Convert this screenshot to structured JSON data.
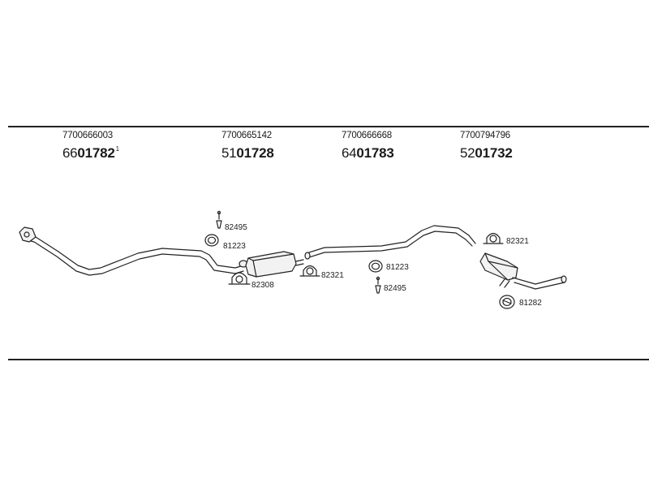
{
  "parts": [
    {
      "oem": "7700666003",
      "code_prefix": "66",
      "code_main": "01782",
      "code_suffix": "1"
    },
    {
      "oem": "7700665142",
      "code_prefix": "51",
      "code_main": "01728",
      "code_suffix": ""
    },
    {
      "oem": "7700666668",
      "code_prefix": "64",
      "code_main": "01783",
      "code_suffix": ""
    },
    {
      "oem": "7700794796",
      "code_prefix": "52",
      "code_main": "01732",
      "code_suffix": ""
    }
  ],
  "callouts": {
    "hanger_1": "82495",
    "ring_1": "81223",
    "clamp_1": "82308",
    "clamp_2": "82321",
    "ring_2": "81223",
    "hanger_2": "82495",
    "clamp_3": "82321",
    "mount_1": "81282"
  },
  "colors": {
    "line": "#222222",
    "fill": "#f2f2f2"
  }
}
